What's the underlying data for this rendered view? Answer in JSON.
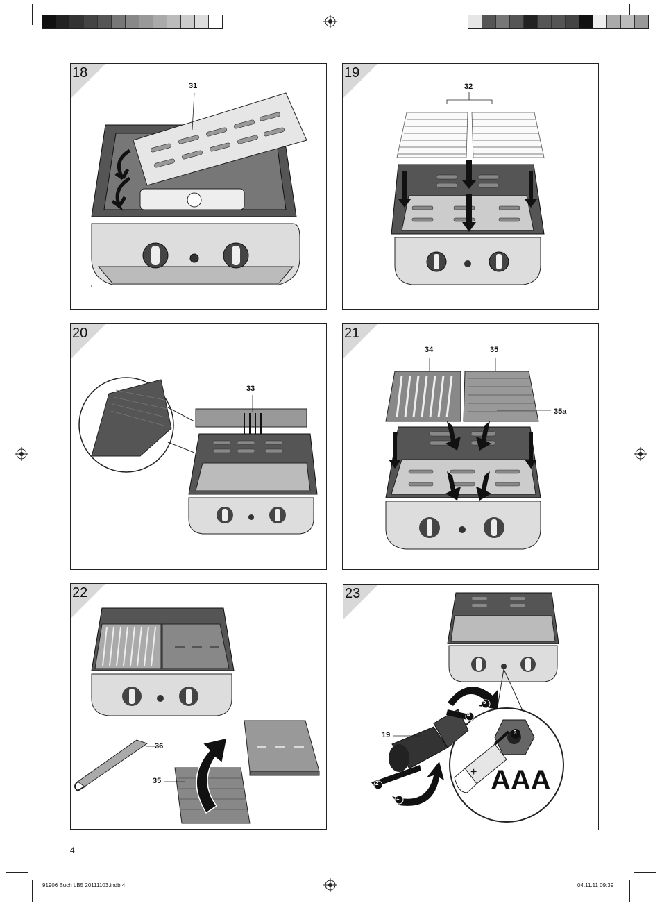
{
  "page_number": "4",
  "footer": {
    "file_name": "91906 Buch LB5 20111103.indb   4",
    "date_time": "04.11.11   09:39"
  },
  "figures": [
    {
      "number": "18",
      "labels": [
        "31"
      ]
    },
    {
      "number": "19",
      "labels": [
        "32"
      ]
    },
    {
      "number": "20",
      "labels": [
        "33"
      ]
    },
    {
      "number": "21",
      "labels": [
        "34",
        "35",
        "35a"
      ]
    },
    {
      "number": "22",
      "labels": [
        "36",
        "35"
      ]
    },
    {
      "number": "23",
      "labels": [
        "19",
        "AAA"
      ],
      "steps": [
        "1",
        "2",
        "3",
        "4",
        "5"
      ]
    }
  ],
  "colors": {
    "bars_left": [
      "#111111",
      "#222222",
      "#333333",
      "#444444",
      "#555555",
      "#777777",
      "#888888",
      "#999999",
      "#aaaaaa",
      "#bbbbbb",
      "#cccccc",
      "#dddddd",
      "#ffffff"
    ],
    "bars_right": [
      "#e6e6e6",
      "#555555",
      "#777777",
      "#555555",
      "#222222",
      "#555555",
      "#555555",
      "#444444",
      "#111111",
      "#eeeeee",
      "#aaaaaa",
      "#bbbbbb",
      "#999999"
    ]
  }
}
